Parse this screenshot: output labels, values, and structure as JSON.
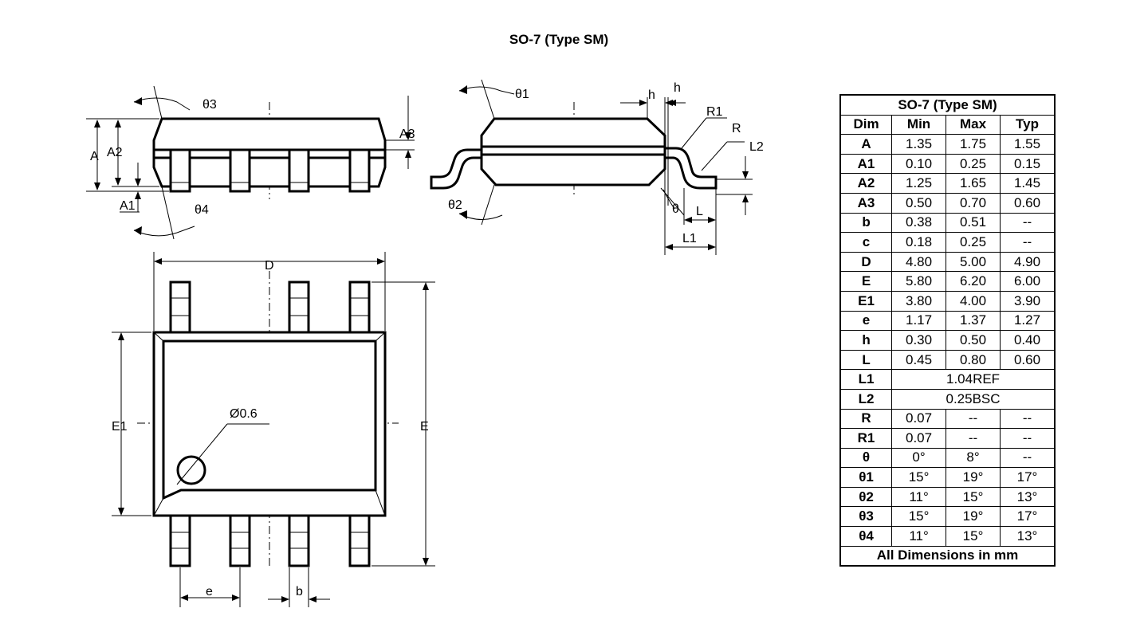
{
  "title": "SO-7 (Type SM)",
  "labels": {
    "A": "A",
    "A1": "A1",
    "A2": "A2",
    "A3": "A3",
    "theta1": "θ1",
    "theta2": "θ2",
    "theta3": "θ3",
    "theta4": "θ4",
    "h": "h",
    "R": "R",
    "R1": "R1",
    "L": "L",
    "L1": "L1",
    "L2": "L2",
    "theta": "θ",
    "D": "D",
    "E": "E",
    "E1": "E1",
    "e": "e",
    "b": "b",
    "hole": "Ø0.6"
  },
  "table": {
    "title": "SO-7 (Type SM)",
    "headers": [
      "Dim",
      "Min",
      "Max",
      "Typ"
    ],
    "rows": [
      [
        "A",
        "1.35",
        "1.75",
        "1.55"
      ],
      [
        "A1",
        "0.10",
        "0.25",
        "0.15"
      ],
      [
        "A2",
        "1.25",
        "1.65",
        "1.45"
      ],
      [
        "A3",
        "0.50",
        "0.70",
        "0.60"
      ],
      [
        "b",
        "0.38",
        "0.51",
        "--"
      ],
      [
        "c",
        "0.18",
        "0.25",
        "--"
      ],
      [
        "D",
        "4.80",
        "5.00",
        "4.90"
      ],
      [
        "E",
        "5.80",
        "6.20",
        "6.00"
      ],
      [
        "E1",
        "3.80",
        "4.00",
        "3.90"
      ],
      [
        "e",
        "1.17",
        "1.37",
        "1.27"
      ],
      [
        "h",
        "0.30",
        "0.50",
        "0.40"
      ],
      [
        "L",
        "0.45",
        "0.80",
        "0.60"
      ],
      [
        "L1",
        "1.04REF"
      ],
      [
        "L2",
        "0.25BSC"
      ],
      [
        "R",
        "0.07",
        "--",
        "--"
      ],
      [
        "R1",
        "0.07",
        "--",
        "--"
      ],
      [
        "θ",
        "0°",
        "8°",
        "--"
      ],
      [
        "θ1",
        "15°",
        "19°",
        "17°"
      ],
      [
        "θ2",
        "11°",
        "15°",
        "13°"
      ],
      [
        "θ3",
        "15°",
        "19°",
        "17°"
      ],
      [
        "θ4",
        "11°",
        "15°",
        "13°"
      ]
    ],
    "footer": "All Dimensions in mm"
  }
}
